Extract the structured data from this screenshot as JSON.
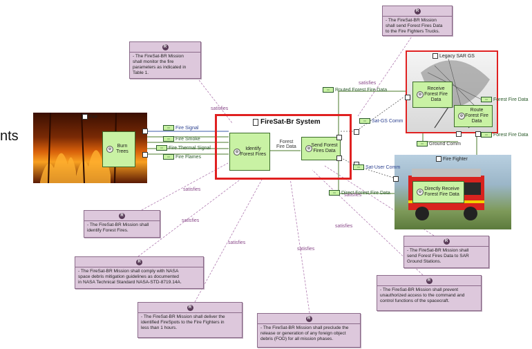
{
  "system": {
    "title": "FireSat-Br System"
  },
  "fire": {
    "title": "Fire"
  },
  "gs": {
    "title": "Legacy SAR GS"
  },
  "ff": {
    "title": "Fire Fighter"
  },
  "partial_text": "nts",
  "functions": {
    "burn": "Burn\nTrees",
    "identify": "Identify\nForest Fires",
    "send": "Send Forest\nFires Data",
    "receive_gs": "Receive\nForest Fire\nData",
    "route": "Route\nForest Fire\nData",
    "receive_ff": "Directly Receive\nForest Fire Data"
  },
  "flows": {
    "fire_signal": "Fire Signal",
    "fire_smoke": "Fire Smoke",
    "fire_thermal": "Fire Thermal Signal",
    "fire_flames": "Fire Flames",
    "forest_fire_data": "Forest\nFire Data",
    "routed": "Routed Forest Fire Data",
    "sat_gs": "Sat-GS Comm",
    "sat_user": "Sat-User Comm",
    "ground": "Ground Comm",
    "forest_fire_data_1": "Forest Fire Data",
    "forest_fire_data_2": "Forest Fire Data",
    "direct": "Direct Forest Fire Data"
  },
  "satisfies": "satisfies",
  "requirements": {
    "r1": "- The FireSat-BR Mission\nshall send Forest Fires Data\nto the Fire Fighters Trucks.",
    "r2": "- The FireSat-BR Mission\nshall monitor the fire\nparameters as indicated in\nTable 1.",
    "r3": "- The FireSat-BR Mission shall\nidentify Forest Fires.",
    "r4": "- The FireSat-BR Mission shall comply with NASA\nspace debris mitigation guidelines as documented\nin NASA Technical Standard NASA-STD-8719.14A.",
    "r5": "- The FireSat-BR Mission shall deliver the\nidentified FireSpots to the Fire Fighters in\nless than 1 hours.",
    "r6": "- The FireSat-BR Mission shall preclude the\nrelease or generation of any foreign object\ndebris (FOD) for all mission phases.",
    "r7": "- The FireSat-BR Mission shall\nsend Forest Fires Data to SAR\nGround Stations.",
    "r8": "- The FireSat-BR Mission shall prevent\nunauthorized access to the command and\ncontrol functions of the spacecraft."
  },
  "req_badge": "R",
  "colors": {
    "function_fill": "#c9f2a4",
    "requirement_fill": "#ddc8dc",
    "highlight_border": "#e02020"
  }
}
